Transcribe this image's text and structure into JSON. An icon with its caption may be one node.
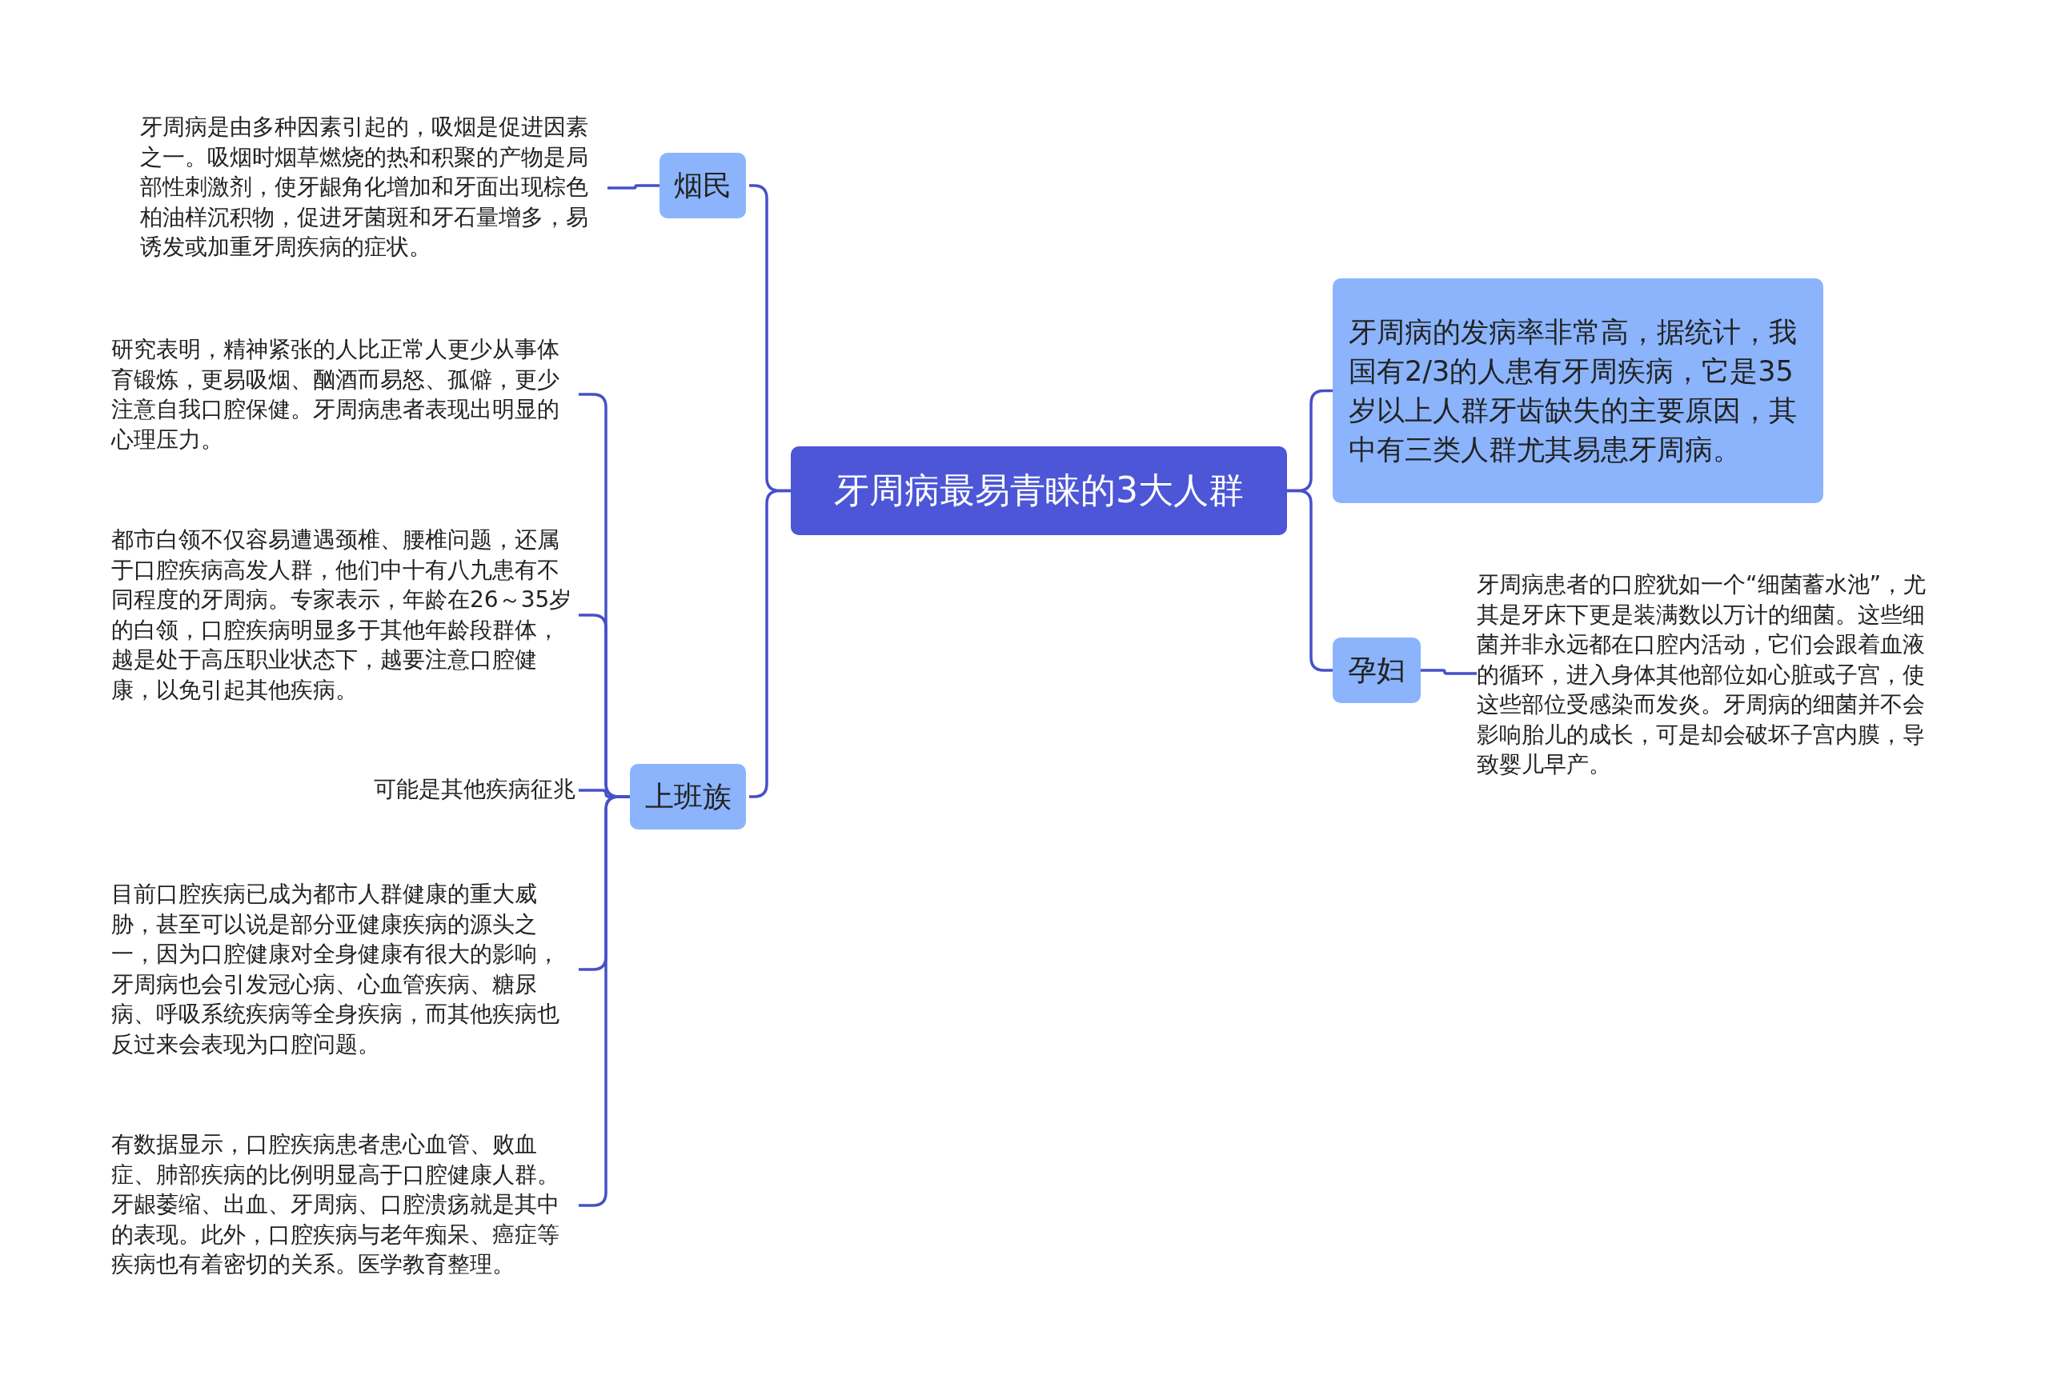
{
  "diagram": {
    "nodes": [
      {
        "text": [
          "牙周病最易青睐的3大人群"
        ]
      },
      {
        "text": [
          "牙周病的发病率非常高，据统计，我国有2/3的人患有牙周疾病，它是35岁以上人群牙齿缺失的主要原因，其中有三类人群尤其易患牙周病。"
        ]
      },
      {
        "text": [
          "孕妇"
        ]
      },
      {
        "text": [
          "牙周病患者的口腔犹如一个“细菌蓄水池”，尤其是牙床下更是装满数以万计的细菌。这些细菌并非永远都在口腔内活动，它们会跟着血液的循环，进入身体其他部位如心脏或子宫，使这些部位受感染而发炎。牙周病的细菌并不会影响胎儿的成长，可是却会破坏子宫内膜，导致婴儿早产。"
        ]
      },
      {
        "text": [
          "烟民"
        ]
      },
      {
        "text": [
          "牙周病是由多种因素引起的，吸烟是促进因素之一。吸烟时烟草燃烧的热和积聚的产物是局部性刺激剂，使牙龈角化增加和牙面出现棕色柏油样沉积物，促进牙菌斑和牙石量增多，易诱发或加重牙周疾病的症状。"
        ]
      },
      {
        "text": [
          "上班族"
        ]
      },
      {
        "text": [
          "研究表明，精神紧张的人比正常人更少从事体育锻炼，更易吸烟、酗酒而易怒、孤僻，更少注意自我口腔保健。牙周病患者表现出明显的心理压力。"
        ]
      },
      {
        "text": [
          "都市白领不仅容易遭遇颈椎、腰椎问题，还属于口腔疾病高发人群，他们中十有八九患有不同程度的牙周病。专家表示，年龄在26～35岁的白领，口腔疾病明显多于其他年龄段群体，越是处于高压职业状态下，越要注意口腔健康，以免引起其他疾病。"
        ]
      },
      {
        "text": [
          "可能是其他疾病征兆"
        ]
      },
      {
        "text": [
          "目前口腔疾病已成为都市人群健康的重大威胁，甚至可以说是部分亚健康疾病的源头之一，因为口腔健康对全身健康有很大的影响，牙周病也会引发冠心病、心血管疾病、糖尿病、呼吸系统疾病等全身疾病，而其他疾病也反过来会表现为口腔问题。"
        ]
      },
      {
        "text": [
          "有数据显示，口腔疾病患者患心血管、败血症、肺部疾病的比例明显高于口腔健康人群。牙龈萎缩、出血、牙周病、口腔溃疡就是其中的表现。此外，口腔疾病与老年痴呆、癌症等疾病也有着密切的关系。医学教育整理。"
        ]
      }
    ],
    "edges": [
      {
        "from": 0,
        "to": 1,
        "arrow": "none"
      },
      {
        "from": 0,
        "to": 2,
        "arrow": "none"
      },
      {
        "from": 2,
        "to": 3,
        "arrow": "none"
      },
      {
        "from": 0,
        "to": 4,
        "arrow": "none"
      },
      {
        "from": 4,
        "to": 5,
        "arrow": "none"
      },
      {
        "from": 0,
        "to": 6,
        "arrow": "none"
      },
      {
        "from": 6,
        "to": 7,
        "arrow": "none"
      },
      {
        "from": 6,
        "to": 8,
        "arrow": "none"
      },
      {
        "from": 6,
        "to": 9,
        "arrow": "none"
      },
      {
        "from": 6,
        "to": 10,
        "arrow": "none"
      },
      {
        "from": 6,
        "to": 11,
        "arrow": "none"
      }
    ]
  }
}
